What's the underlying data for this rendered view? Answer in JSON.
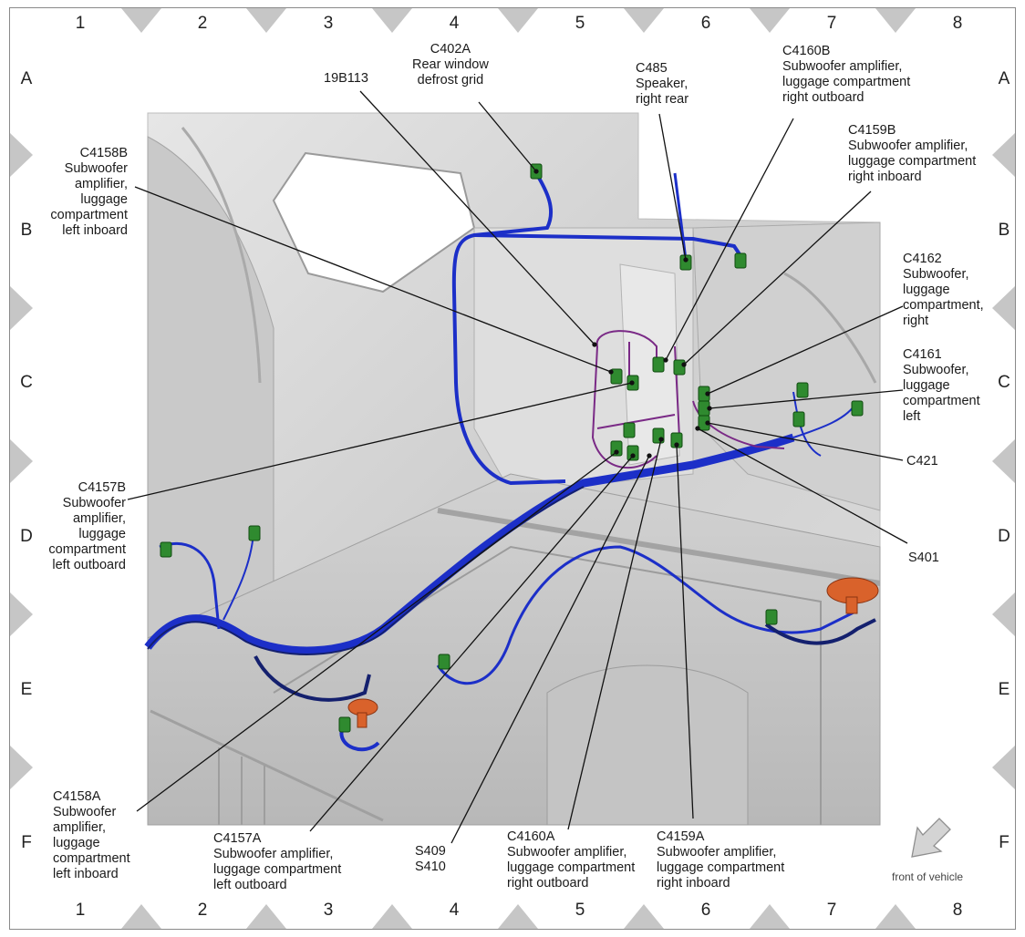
{
  "grid": {
    "columns": [
      "1",
      "2",
      "3",
      "4",
      "5",
      "6",
      "7",
      "8"
    ],
    "rows": [
      "A",
      "B",
      "C",
      "D",
      "E",
      "F"
    ]
  },
  "callouts": {
    "c402a": {
      "code": "C402A",
      "desc": "Rear window\ndefrost grid"
    },
    "g19b113": {
      "code": "19B113",
      "desc": ""
    },
    "c485": {
      "code": "C485",
      "desc": "Speaker,\nright rear"
    },
    "c4160b": {
      "code": "C4160B",
      "desc": "Subwoofer amplifier,\nluggage compartment\nright outboard"
    },
    "c4159b": {
      "code": "C4159B",
      "desc": "Subwoofer amplifier,\nluggage compartment\nright inboard"
    },
    "c4158b": {
      "code": "C4158B",
      "desc": "Subwoofer\namplifier,\nluggage\ncompartment\nleft inboard"
    },
    "c4162": {
      "code": "C4162",
      "desc": "Subwoofer,\nluggage\ncompartment,\nright"
    },
    "c4161": {
      "code": "C4161",
      "desc": "Subwoofer,\nluggage\ncompartment\nleft"
    },
    "c421": {
      "code": "C421",
      "desc": ""
    },
    "s401": {
      "code": "S401",
      "desc": ""
    },
    "c4157b": {
      "code": "C4157B",
      "desc": "Subwoofer\namplifier,\nluggage\ncompartment\nleft outboard"
    },
    "c4158a": {
      "code": "C4158A",
      "desc": "Subwoofer\namplifier,\nluggage\ncompartment\nleft inboard"
    },
    "c4157a": {
      "code": "C4157A",
      "desc": "Subwoofer amplifier,\nluggage compartment\nleft outboard"
    },
    "s409": {
      "code": "S409",
      "desc": "S410"
    },
    "c4160a": {
      "code": "C4160A",
      "desc": "Subwoofer amplifier,\nluggage compartment\nright outboard"
    },
    "c4159a": {
      "code": "C4159A",
      "desc": "Subwoofer amplifier,\nluggage compartment\nright inboard"
    }
  },
  "front_indicator": {
    "label": "front of vehicle",
    "icon": "arrow-down-left-icon"
  },
  "colors": {
    "harness_blue": "#1c2fc8",
    "harness_dark": "#14206e",
    "circuit_purple": "#7a2a86",
    "connector_green": "#2f8a2f",
    "grommet_orange": "#d9622b",
    "body_gray": "#d6d6d6",
    "frame_diamond": "#c6c6c6"
  }
}
